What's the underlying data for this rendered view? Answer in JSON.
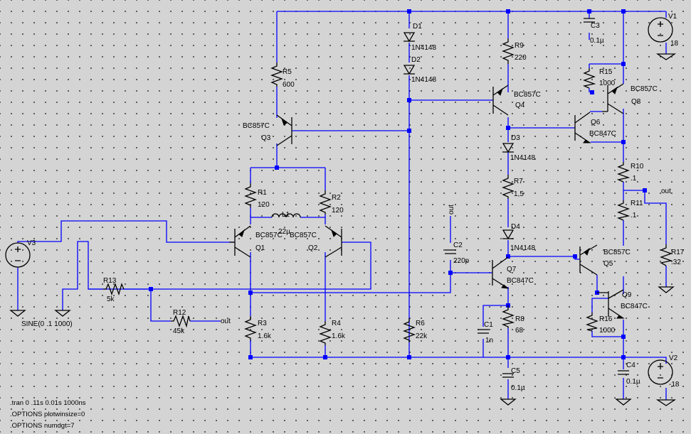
{
  "components": {
    "V1": {
      "name": "V1",
      "value": "18"
    },
    "V2": {
      "name": "V2",
      "value": "-18"
    },
    "V3": {
      "name": "V3",
      "value": "SINE(0 .1 1000)"
    },
    "D1": {
      "name": "D1",
      "value": "1N4148"
    },
    "D2": {
      "name": "D2",
      "value": "1N4148"
    },
    "D3": {
      "name": "D3",
      "value": "1N4148"
    },
    "D4": {
      "name": "D4",
      "value": "1N4148"
    },
    "R1": {
      "name": "R1",
      "value": "120"
    },
    "R2": {
      "name": "R2",
      "value": "120"
    },
    "R3": {
      "name": "R3",
      "value": "1.6k"
    },
    "R4": {
      "name": "R4",
      "value": "1.6k"
    },
    "R5": {
      "name": "R5",
      "value": "600"
    },
    "R6": {
      "name": "R6",
      "value": "22k"
    },
    "R7": {
      "name": "R7",
      "value": "1,5"
    },
    "R8": {
      "name": "R8",
      "value": "68"
    },
    "R9": {
      "name": "R9",
      "value": "220"
    },
    "R10": {
      "name": "R10",
      "value": ".1"
    },
    "R11": {
      "name": "R11",
      "value": ".1"
    },
    "R12": {
      "name": "R12",
      "value": "45k"
    },
    "R13": {
      "name": "R13",
      "value": "5k"
    },
    "R15": {
      "name": "R15",
      "value": "1000"
    },
    "R16": {
      "name": "R16",
      "value": "1000"
    },
    "R17": {
      "name": "R17",
      "value": ".32"
    },
    "C1": {
      "name": "C1",
      "value": "1n"
    },
    "C2": {
      "name": "C2",
      "value": "220p"
    },
    "C3": {
      "name": "C3",
      "value": "0.1µ"
    },
    "C4": {
      "name": "C4",
      "value": "0.1µ"
    },
    "C5": {
      "name": "C5",
      "value": "0.1µ"
    },
    "L1": {
      "name": "L1",
      "value": "22µ"
    },
    "Q1": {
      "name": "Q1",
      "value": "BC857C"
    },
    "Q2": {
      "name": "Q2",
      "value": "BC857C"
    },
    "Q3": {
      "name": "Q3",
      "value": "BC857C"
    },
    "Q4": {
      "name": "Q4",
      "value": "BC857C"
    },
    "Q5": {
      "name": "Q5",
      "value": "BC857C"
    },
    "Q6": {
      "name": "Q6",
      "value": "BC847C"
    },
    "Q7": {
      "name": "Q7",
      "value": "BC847C"
    },
    "Q8": {
      "name": "Q8",
      "value": "BC857C"
    },
    "Q9": {
      "name": "Q9",
      "value": "BC847C"
    }
  },
  "net_labels": {
    "out_right": "out",
    "out_feedback": "out",
    "out_c2": "out"
  },
  "directives": [
    ".tran 0 .11s 0.01s 1000ns",
    ".OPTIONS plotwinsize=0",
    ".OPTIONS numdgt=7"
  ]
}
